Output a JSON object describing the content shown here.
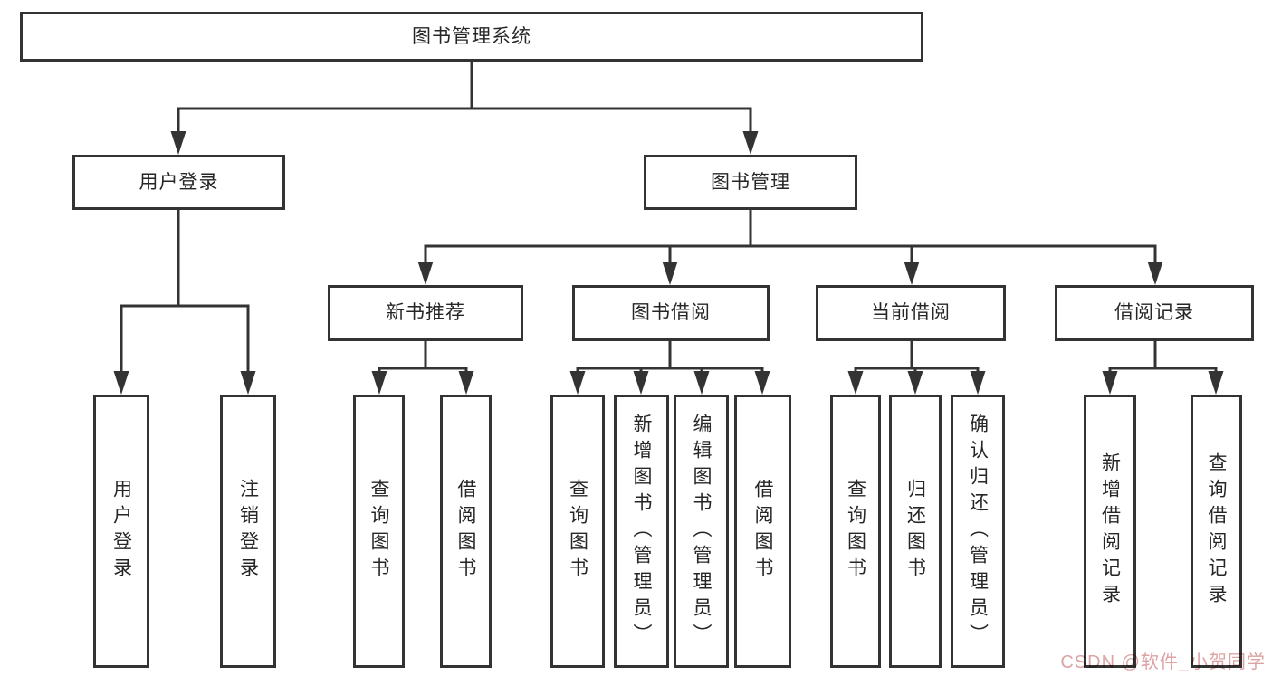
{
  "diagram": {
    "root": {
      "label": "图书管理系统"
    },
    "branches": [
      {
        "label": "用户登录",
        "children": [
          {
            "label": "用户登录"
          },
          {
            "label": "注销登录"
          }
        ]
      },
      {
        "label": "图书管理",
        "children": [
          {
            "label": "新书推荐",
            "children": [
              {
                "label": "查询图书"
              },
              {
                "label": "借阅图书"
              }
            ]
          },
          {
            "label": "图书借阅",
            "children": [
              {
                "label": "查询图书"
              },
              {
                "label": "新增图书（管理员）"
              },
              {
                "label": "编辑图书（管理员）"
              },
              {
                "label": "借阅图书"
              }
            ]
          },
          {
            "label": "当前借阅",
            "children": [
              {
                "label": "查询图书"
              },
              {
                "label": "归还图书"
              },
              {
                "label": "确认归还（管理员）"
              }
            ]
          },
          {
            "label": "借阅记录",
            "children": [
              {
                "label": "新增借阅记录"
              },
              {
                "label": "查询借阅记录"
              }
            ]
          }
        ]
      }
    ]
  },
  "watermark": {
    "text": "CSDN @软件_小贺同学",
    "color": "#DCA3A3"
  },
  "colors": {
    "background": "#FFFFFF",
    "line": "#333333",
    "text": "#262626"
  }
}
